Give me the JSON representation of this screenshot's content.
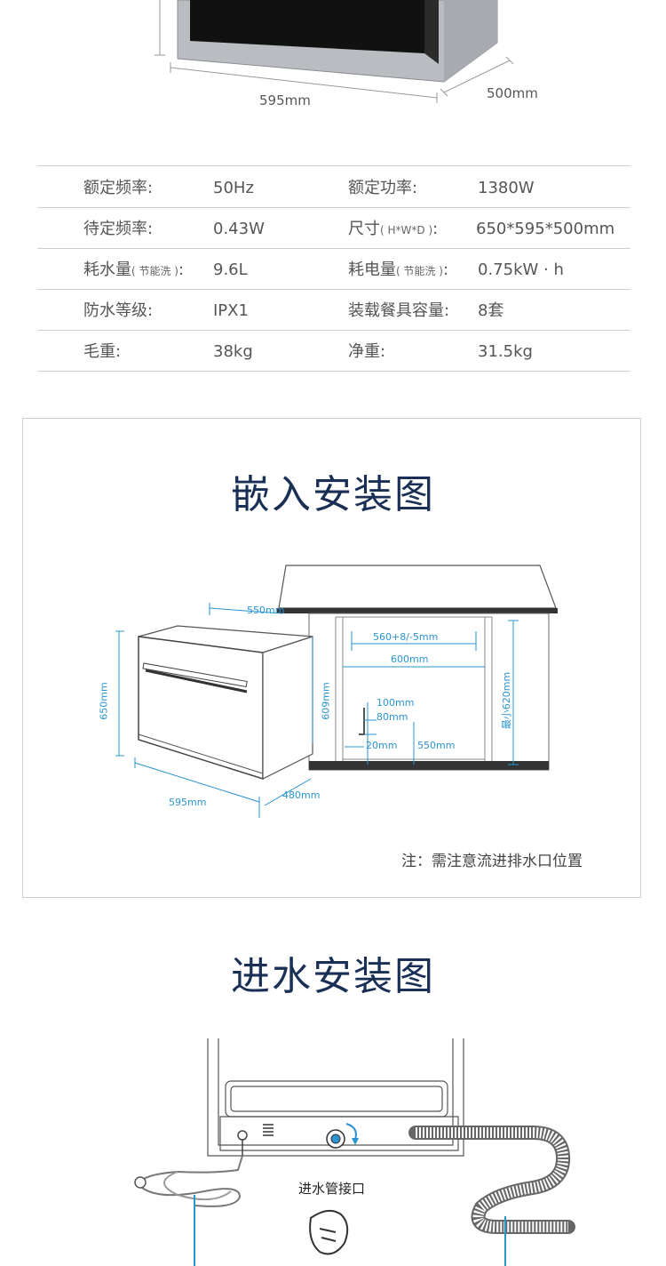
{
  "top_diagram": {
    "width_label": "595mm",
    "depth_label": "500mm"
  },
  "specs": {
    "rows": [
      {
        "k1": "额定频率:",
        "k1_note": "",
        "v1": "50Hz",
        "k2": "额定功率:",
        "k2_note": "",
        "v2": "1380W"
      },
      {
        "k1": "待定频率:",
        "k1_note": "",
        "v1": "0.43W",
        "k2": "尺寸",
        "k2_note": "( H*W*D )",
        "v2": "650*595*500mm"
      },
      {
        "k1": "耗水量",
        "k1_note": "( 节能洗 )",
        "v1": "9.6L",
        "k2": "耗电量",
        "k2_note": "( 节能洗 )",
        "v2": "0.75kW · h"
      },
      {
        "k1": "防水等级:",
        "k1_note": "",
        "v1": "IPX1",
        "k2": "装载餐具容量:",
        "k2_note": "",
        "v2": "8套"
      },
      {
        "k1": "毛重:",
        "k1_note": "",
        "v1": "38kg",
        "k2": "净重:",
        "k2_note": "",
        "v2": "31.5kg"
      }
    ]
  },
  "embed": {
    "title": "嵌入安装图",
    "labels": {
      "d550top": "550mm",
      "h650": "650mm",
      "h609": "609mm",
      "w595": "595mm",
      "d480": "480mm",
      "w560": "560+8/-5mm",
      "w600": "600mm",
      "m100": "100mm",
      "m80": "80mm",
      "m20": "20mm",
      "d550": "550mm",
      "min620": "最小620mm"
    },
    "note": "注：需注意流进排水口位置"
  },
  "water": {
    "title": "进水安装图",
    "inlet_label": "进水管接口"
  },
  "colors": {
    "accent": "#2a93d0",
    "title": "#1a2f55",
    "line": "#cfcfcf"
  }
}
